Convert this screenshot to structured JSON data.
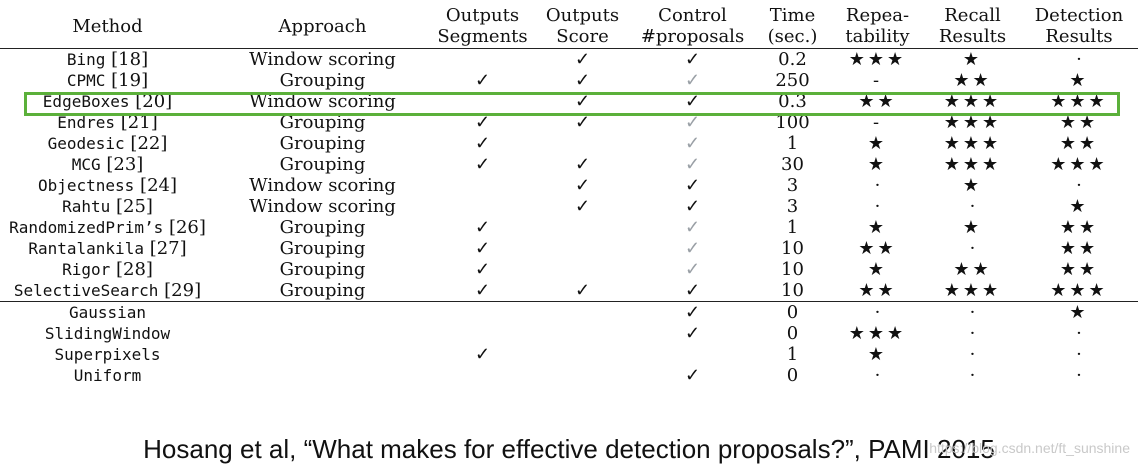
{
  "table": {
    "headers": [
      {
        "line1": "Method",
        "line2": ""
      },
      {
        "line1": "Approach",
        "line2": ""
      },
      {
        "line1": "Outputs",
        "line2": "Segments"
      },
      {
        "line1": "Outputs",
        "line2": "Score"
      },
      {
        "line1": "Control",
        "line2": "#proposals"
      },
      {
        "line1": "Time",
        "line2": "(sec.)"
      },
      {
        "line1": "Repea-",
        "line2": "tability"
      },
      {
        "line1": "Recall",
        "line2": "Results"
      },
      {
        "line1": "Detection",
        "line2": "Results"
      }
    ],
    "rows": [
      {
        "name": "Bing",
        "ref": "[18]",
        "approach": "Window scoring",
        "seg": "",
        "score": "✓",
        "control": "✓",
        "control_grey": false,
        "time": "0.2",
        "repeat": "★★★",
        "recall": "★",
        "detection": "·"
      },
      {
        "name": "CPMC",
        "ref": "[19]",
        "approach": "Grouping",
        "seg": "✓",
        "score": "✓",
        "control": "✓",
        "control_grey": true,
        "time": "250",
        "repeat": "-",
        "recall": "★★",
        "detection": "★"
      },
      {
        "name": "EdgeBoxes",
        "ref": "[20]",
        "approach": "Window scoring",
        "seg": "",
        "score": "✓",
        "control": "✓",
        "control_grey": false,
        "time": "0.3",
        "repeat": "★★",
        "recall": "★★★",
        "detection": "★★★"
      },
      {
        "name": "Endres",
        "ref": "[21]",
        "approach": "Grouping",
        "seg": "✓",
        "score": "✓",
        "control": "✓",
        "control_grey": true,
        "time": "100",
        "repeat": "-",
        "recall": "★★★",
        "detection": "★★"
      },
      {
        "name": "Geodesic",
        "ref": "[22]",
        "approach": "Grouping",
        "seg": "✓",
        "score": "",
        "control": "✓",
        "control_grey": true,
        "time": "1",
        "repeat": "★",
        "recall": "★★★",
        "detection": "★★"
      },
      {
        "name": "MCG",
        "ref": "[23]",
        "approach": "Grouping",
        "seg": "✓",
        "score": "✓",
        "control": "✓",
        "control_grey": true,
        "time": "30",
        "repeat": "★",
        "recall": "★★★",
        "detection": "★★★"
      },
      {
        "name": "Objectness",
        "ref": "[24]",
        "approach": "Window scoring",
        "seg": "",
        "score": "✓",
        "control": "✓",
        "control_grey": false,
        "time": "3",
        "repeat": "·",
        "recall": "★",
        "detection": "·"
      },
      {
        "name": "Rahtu",
        "ref": "[25]",
        "approach": "Window scoring",
        "seg": "",
        "score": "✓",
        "control": "✓",
        "control_grey": false,
        "time": "3",
        "repeat": "·",
        "recall": "·",
        "detection": "★"
      },
      {
        "name": "RandomizedPrim’s",
        "ref": "[26]",
        "approach": "Grouping",
        "seg": "✓",
        "score": "",
        "control": "✓",
        "control_grey": true,
        "time": "1",
        "repeat": "★",
        "recall": "★",
        "detection": "★★"
      },
      {
        "name": "Rantalankila",
        "ref": "[27]",
        "approach": "Grouping",
        "seg": "✓",
        "score": "",
        "control": "✓",
        "control_grey": true,
        "time": "10",
        "repeat": "★★",
        "recall": "·",
        "detection": "★★"
      },
      {
        "name": "Rigor",
        "ref": "[28]",
        "approach": "Grouping",
        "seg": "✓",
        "score": "",
        "control": "✓",
        "control_grey": true,
        "time": "10",
        "repeat": "★",
        "recall": "★★",
        "detection": "★★"
      },
      {
        "name": "SelectiveSearch",
        "ref": "[29]",
        "approach": "Grouping",
        "seg": "✓",
        "score": "✓",
        "control": "✓",
        "control_grey": false,
        "time": "10",
        "repeat": "★★",
        "recall": "★★★",
        "detection": "★★★"
      },
      {
        "name": "Gaussian",
        "ref": "",
        "approach": "",
        "seg": "",
        "score": "",
        "control": "✓",
        "control_grey": false,
        "time": "0",
        "repeat": "·",
        "recall": "·",
        "detection": "★",
        "separator": true
      },
      {
        "name": "SlidingWindow",
        "ref": "",
        "approach": "",
        "seg": "",
        "score": "",
        "control": "✓",
        "control_grey": false,
        "time": "0",
        "repeat": "★★★",
        "recall": "·",
        "detection": "·"
      },
      {
        "name": "Superpixels",
        "ref": "",
        "approach": "",
        "seg": "✓",
        "score": "",
        "control": "",
        "control_grey": false,
        "time": "1",
        "repeat": "★",
        "recall": "·",
        "detection": "·"
      },
      {
        "name": "Uniform",
        "ref": "",
        "approach": "",
        "seg": "",
        "score": "",
        "control": "✓",
        "control_grey": false,
        "time": "0",
        "repeat": "·",
        "recall": "·",
        "detection": "·"
      }
    ]
  },
  "citation": "Hosang et al, “What makes for effective detection proposals?”, PAMI 2015",
  "watermark": "https://blog.csdn.net/ft_sunshine",
  "colors": {
    "highlight": "#5bb03a",
    "grey_check": "#9aa0a6"
  }
}
